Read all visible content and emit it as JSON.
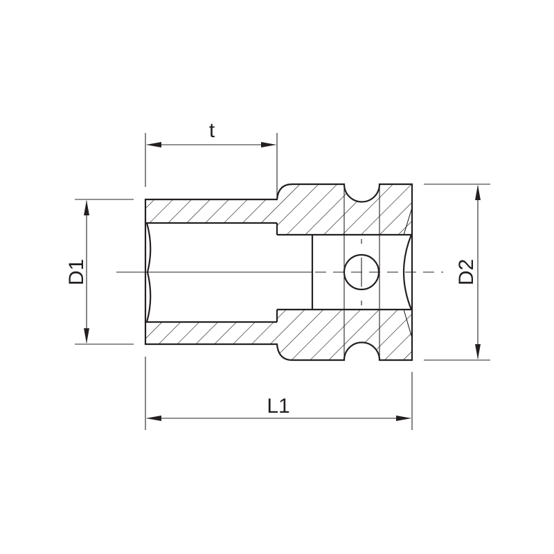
{
  "drawing": {
    "subject": "impact socket cross-section",
    "line_color": "#231f20",
    "background": "#ffffff"
  },
  "dimensions": {
    "t": {
      "label": "t"
    },
    "d1": {
      "label": "D1"
    },
    "d2": {
      "label": "D2"
    },
    "l1": {
      "label": "L1"
    }
  }
}
